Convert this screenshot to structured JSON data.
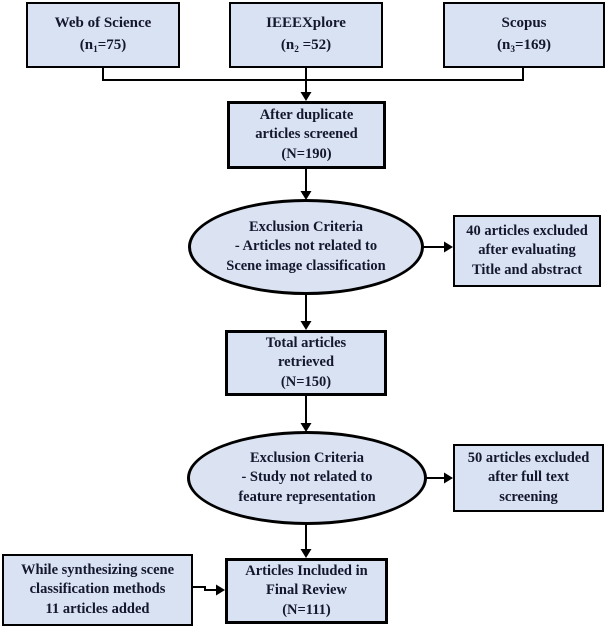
{
  "diagram": {
    "colors": {
      "node_fill": "#d9e2f3",
      "node_border": "#000000",
      "text_color": "#14172e",
      "background": "#ffffff",
      "arrow_color": "#000000"
    },
    "sources": [
      {
        "title": "Web of Science",
        "count_pre": "(n",
        "count_sub": "1",
        "count_post": "=75)"
      },
      {
        "title": "IEEEXplore",
        "count_pre": "(n",
        "count_sub": "2",
        "count_post": " =52)"
      },
      {
        "title": "Scopus",
        "count_pre": "(n",
        "count_sub": "3",
        "count_post": "=169)"
      }
    ],
    "screened": {
      "lines": [
        "After duplicate",
        "articles screened",
        "(N=190)"
      ]
    },
    "exclusion1": {
      "lines": [
        "Exclusion Criteria",
        "- Articles not related to",
        "Scene image classification"
      ]
    },
    "excluded1": {
      "lines": [
        "40 articles excluded",
        "after evaluating",
        "Title and abstract"
      ]
    },
    "retrieved": {
      "lines": [
        "Total articles",
        "retrieved",
        "(N=150)"
      ]
    },
    "exclusion2": {
      "lines": [
        "Exclusion Criteria",
        "- Study not related to",
        "feature representation"
      ]
    },
    "excluded2": {
      "lines": [
        "50 articles excluded",
        "after full text",
        "screening"
      ]
    },
    "added": {
      "lines": [
        "While synthesizing scene",
        "classification methods",
        "11 articles added"
      ]
    },
    "final": {
      "lines": [
        "Articles Included in",
        "Final Review",
        "(N=111)"
      ]
    }
  }
}
